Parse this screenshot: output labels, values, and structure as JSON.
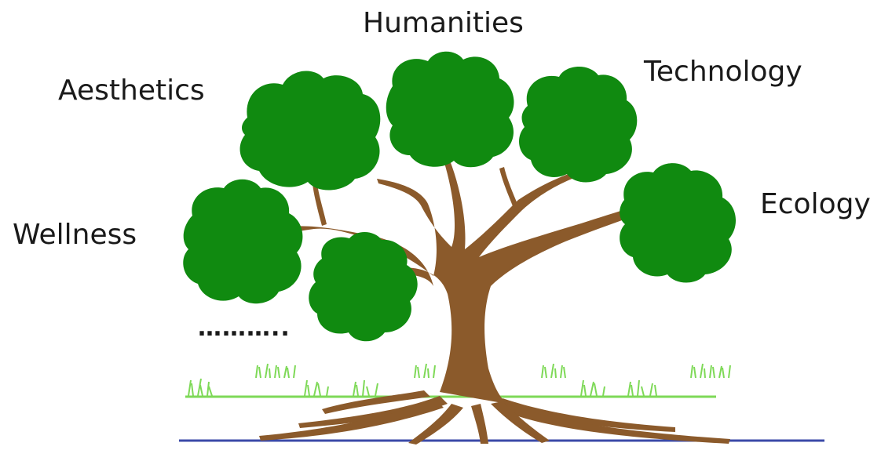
{
  "diagram": {
    "labels": {
      "humanities": "Humanities",
      "technology": "Technology",
      "aesthetics": "Aesthetics",
      "ecology": "Ecology",
      "wellness": "Wellness",
      "more": "……….."
    },
    "colors": {
      "foliage": "#108a10",
      "foliage_edge": "#0c7a0c",
      "trunk": "#8b5a2b",
      "grass": "#7ed957",
      "ground_line": "#3b4aa8",
      "text": "#1a1a1a"
    }
  }
}
